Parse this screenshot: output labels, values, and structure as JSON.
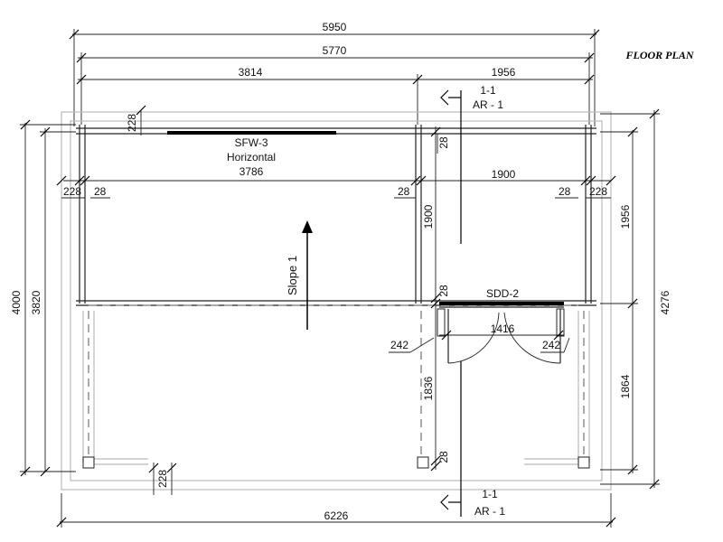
{
  "title": "FLOOR PLAN",
  "dimensions": {
    "overall_width_top": "5950",
    "inner_width_top": "5770",
    "left_room_width": "3814",
    "right_room_width_top": "1956",
    "window_span": "3786",
    "right_room_width_inner": "1900",
    "overall_width_bottom": "6226",
    "left_height_outer": "4000",
    "left_height_inner": "3820",
    "right_height_outer": "4276",
    "right_upper_height": "1956",
    "right_lower_height": "1864",
    "mid_upper_height": "1900",
    "mid_lower_height": "1836",
    "door_width": "1416",
    "wall_228_top": "228",
    "wall_228_left": "228",
    "wall_228_right": "228",
    "wall_228_bottom": "228",
    "wall_28_left": "28",
    "wall_28_mid": "28",
    "wall_28_mid_top": "28",
    "wall_28_right": "28",
    "wall_28_door": "28",
    "wall_28_bottom": "28",
    "door_offset_left": "242",
    "door_offset_right": "242"
  },
  "labels": {
    "window_code": "SFW-3",
    "window_orientation": "Horizontal",
    "door_code": "SDD-2",
    "slope": "Slope 1",
    "section_top_id": "1-1",
    "section_top_ref": "AR - 1",
    "section_bottom_id": "1-1",
    "section_bottom_ref": "AR - 1"
  }
}
